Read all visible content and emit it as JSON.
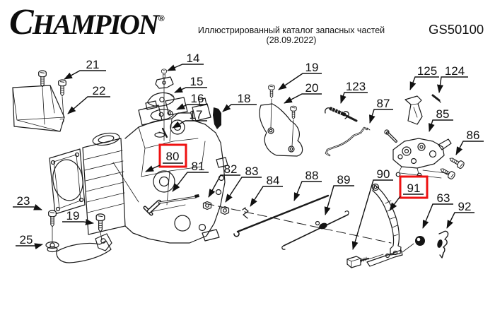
{
  "header": {
    "logo_text": "CHAMPION",
    "registered_mark": "®",
    "subtitle": "Иллюстрированный каталог запасных частей (28.09.2022)",
    "model": "GS50100"
  },
  "diagram": {
    "line_color": "#1a1a1a",
    "highlight_color": "#ee1111",
    "highlighted_parts": [
      "80",
      "91"
    ],
    "labels": [
      {
        "number": "21",
        "highlighted": false
      },
      {
        "number": "22",
        "highlighted": false
      },
      {
        "number": "14",
        "highlighted": false
      },
      {
        "number": "15",
        "highlighted": false
      },
      {
        "number": "16",
        "highlighted": false
      },
      {
        "number": "17",
        "highlighted": false
      },
      {
        "number": "18",
        "highlighted": false
      },
      {
        "number": "19",
        "highlighted": false
      },
      {
        "number": "20",
        "highlighted": false
      },
      {
        "number": "123",
        "highlighted": false
      },
      {
        "number": "125",
        "highlighted": false
      },
      {
        "number": "124",
        "highlighted": false
      },
      {
        "number": "87",
        "highlighted": false
      },
      {
        "number": "85",
        "highlighted": false
      },
      {
        "number": "86",
        "highlighted": false
      },
      {
        "number": "80",
        "highlighted": true
      },
      {
        "number": "81",
        "highlighted": false
      },
      {
        "number": "82",
        "highlighted": false
      },
      {
        "number": "83",
        "highlighted": false
      },
      {
        "number": "84",
        "highlighted": false
      },
      {
        "number": "88",
        "highlighted": false
      },
      {
        "number": "89",
        "highlighted": false
      },
      {
        "number": "90",
        "highlighted": false
      },
      {
        "number": "91",
        "highlighted": true
      },
      {
        "number": "63",
        "highlighted": false
      },
      {
        "number": "92",
        "highlighted": false
      },
      {
        "number": "23",
        "highlighted": false
      },
      {
        "number": "19",
        "highlighted": false
      },
      {
        "number": "25",
        "highlighted": false
      }
    ]
  }
}
